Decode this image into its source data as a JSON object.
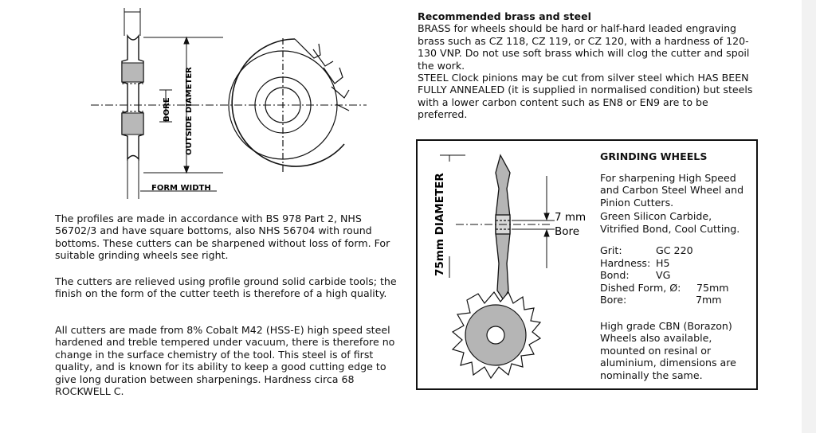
{
  "diagram_cutter": {
    "bore_label": "BORE",
    "outside_diameter_label": "OUTSIDE DIAMETER",
    "form_width_label": "FORM WIDTH"
  },
  "left_text": {
    "p1": "The profiles are made in accordance with BS 978 Part 2, NHS 56702/3 and have square bottoms, also NHS 56704 with round bottoms. These cutters can be sharpened without loss of form. For suitable grinding wheels see right.",
    "p2": "The cutters are relieved using profile ground solid carbide tools; the finish on the form of the cutter teeth is therefore of a high quality.",
    "p3": "All cutters are made from 8% Cobalt M42 (HSS-E) high speed steel hardened and treble tempered under vacuum, there is therefore no change in the surface chemistry of the tool. This steel is of first quality, and is known for its ability to keep a good cutting edge to give long duration between sharpenings. Hardness circa 68 ROCKWELL C."
  },
  "right_text": {
    "heading": "Recommended brass and steel",
    "brass": "BRASS for wheels should be hard or half-hard leaded engraving brass such as CZ 118, CZ 119, or CZ 120, with a hardness of 120-130 VNP. Do not use soft brass which will clog the cutter and spoil the work.",
    "steel": "STEEL Clock pinions may be cut from silver steel which HAS BEEN FULLY ANNEALED (it is supplied in normalised condition) but steels with a lower carbon content such as EN8 or EN9 are to be preferred."
  },
  "grinding_box": {
    "diameter_label": "75mm DIAMETER",
    "bore_size": "7 mm",
    "bore_word": "Bore",
    "title": "GRINDING WHEELS",
    "intro": "For sharpening High Speed and Carbon Steel Wheel and Pinion Cutters.",
    "green": "Green Silicon Carbide,",
    "vitrified": "Vitrified Bond, Cool Cutting.",
    "specs": [
      {
        "label": "Grit:",
        "value": "GC 220"
      },
      {
        "label": "Hardness:",
        "value": "H5"
      },
      {
        "label": "Bond:",
        "value": "VG"
      },
      {
        "label": "Dished Form, Ø:",
        "value": "75mm"
      },
      {
        "label": "Bore:",
        "value": "7mm"
      }
    ],
    "cbn": "High grade CBN (Borazon) Wheels also available, mounted on resinal or aluminium, dimensions are nominally the same."
  }
}
